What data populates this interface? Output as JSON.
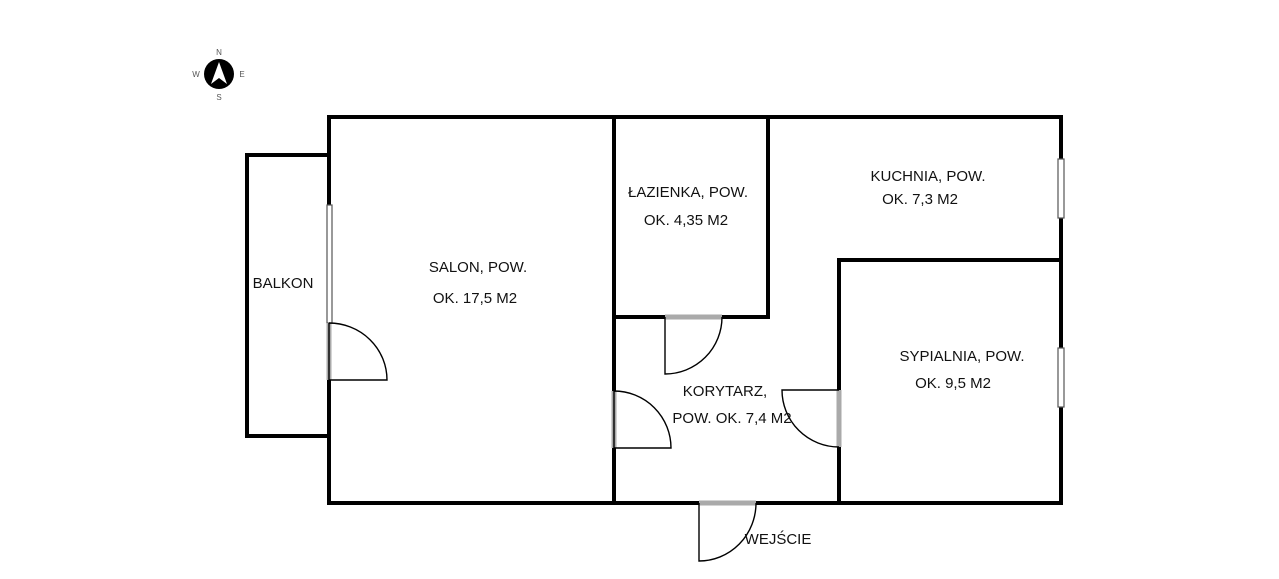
{
  "compass": {
    "north": "N",
    "south": "S",
    "east": "E",
    "west": "W"
  },
  "rooms": {
    "balkon": {
      "line1": "BALKON"
    },
    "salon": {
      "line1": "SALON, POW.",
      "line2": "OK. 17,5 M2"
    },
    "lazienka": {
      "line1": "ŁAZIENKA, POW.",
      "line2": "OK. 4,35 M2"
    },
    "kuchnia": {
      "line1": "KUCHNIA, POW.",
      "line2": "OK. 7,3 M2"
    },
    "korytarz": {
      "line1": "KORYTARZ,",
      "line2": "POW. OK. 7,4 M2"
    },
    "sypialnia": {
      "line1": "SYPIALNIA, POW.",
      "line2": "OK. 9,5 M2"
    }
  },
  "entrance": {
    "label": "WEJŚCIE"
  },
  "colors": {
    "wall": "#000000",
    "door_opening": "#aaaaaa",
    "background": "#ffffff"
  }
}
